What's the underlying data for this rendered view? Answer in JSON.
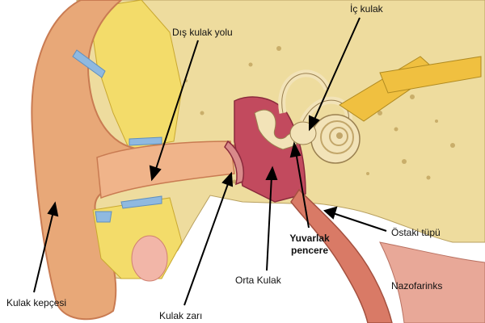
{
  "labels": {
    "dis_kulak_yolu": "Dış kulak yolu",
    "ic_kulak": "İç kulak",
    "ostaki_tupu": "Östaki tüpü",
    "yuvarlak": "Yuvarlak",
    "pencere": "pencere",
    "orta_kulak": "Orta Kulak",
    "nazofarinks": "Nazofarinks",
    "kulak_kepcesi": "Kulak kepçesi",
    "kulak_zari": "Kulak zarı"
  },
  "colors": {
    "skin": "#e8a878",
    "skin_dark": "#c97b52",
    "bone": "#eedc9e",
    "fat": "#f3dc6a",
    "cartilage": "#8fb9e0",
    "middle_ear": "#c24a5e",
    "cochlea": "#f2e3b8",
    "nerve": "#f0c040",
    "tube": "#d97a66",
    "arrow": "#000000"
  }
}
